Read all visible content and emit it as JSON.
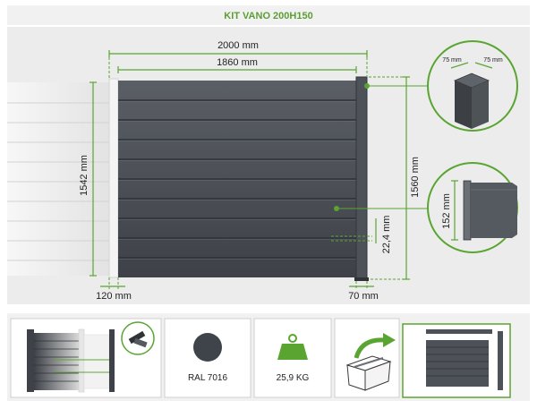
{
  "title": "KIT VANO 200H150",
  "dimensions": {
    "total_width": "2000 mm",
    "panel_width": "1860 mm",
    "height_left": "1542 mm",
    "height_right": "1560 mm",
    "post_left": "120 mm",
    "post_right": "70 mm",
    "gap": "22,4 mm",
    "post_section_a": "75 mm",
    "post_section_b": "75 mm",
    "slat_height": "152 mm"
  },
  "features": {
    "color": "RAL 7016",
    "weight": "25,9 KG"
  },
  "colors": {
    "accent": "#5aa531",
    "panel": "#4b5056",
    "swatch": "#3f434a"
  },
  "icons": [
    "weight-icon",
    "color-swatch-icon",
    "box-icon",
    "arrow-icon",
    "tools-icon"
  ]
}
